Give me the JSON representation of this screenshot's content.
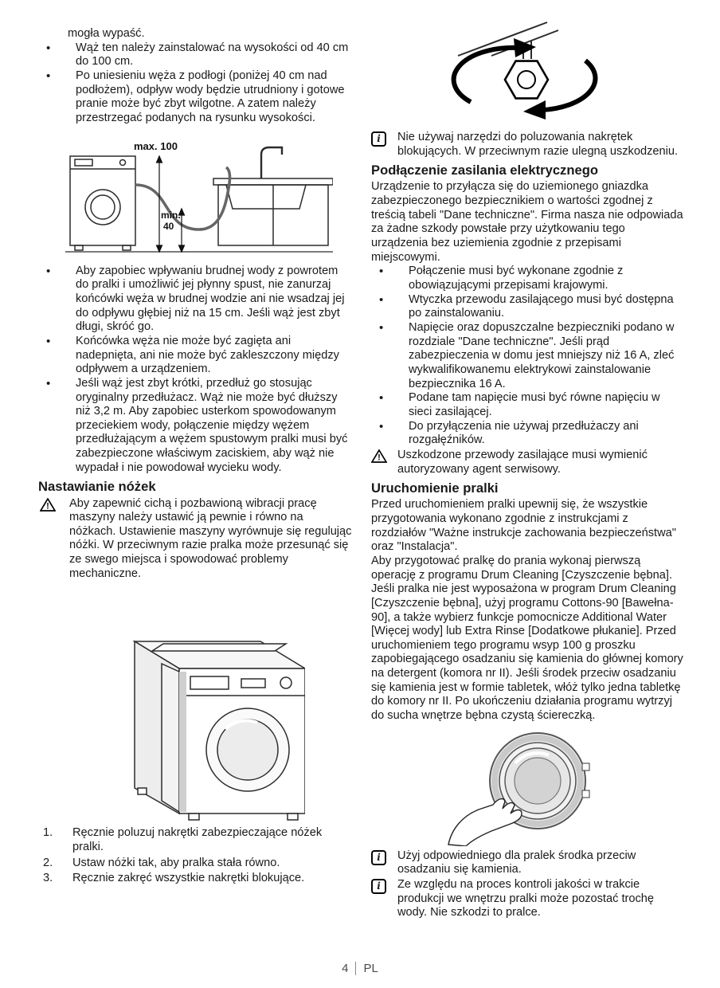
{
  "icons": {
    "warning": "!",
    "info": "i",
    "bullet": "•"
  },
  "footer": {
    "page_number": "4",
    "language": "PL"
  },
  "left": {
    "carryover": "mogła wypaść.",
    "hose_bullets_top": [
      "Wąż ten należy zainstalować na wysokości od 40 cm do 100 cm.",
      "Po uniesieniu węża z podłogi (poniżej 40 cm nad podłożem), odpływ wody będzie utrudniony i gotowe pranie może być zbyt wilgotne. A zatem należy przestrzegać podanych na rysunku wysokości."
    ],
    "figure_heights": {
      "label_max": "max. 100",
      "label_min_line1": "min.",
      "label_min_line2": "40"
    },
    "hose_bullets_bottom": [
      "Aby zapobiec wpływaniu brudnej wody z powrotem do pralki i umożliwić jej płynny spust, nie zanurzaj końcówki węża w brudnej wodzie ani nie wsadzaj jej do odpływu głębiej niż na 15 cm. Jeśli wąż jest zbyt długi, skróć go.",
      "Końcówka węża nie może być zagięta ani nadepnięta, ani nie może być zakleszczony między odpływem a urządzeniem.",
      "Jeśli wąż jest zbyt krótki, przedłuż go stosując oryginalny przedłużacz. Wąż nie może być dłuższy niż 3,2 m. Aby zapobiec usterkom spowodowanym przeciekiem wody, połączenie między wężem przedłużającym a wężem spustowym pralki musi być zabezpieczone właściwym zaciskiem, aby wąż nie wypadał i nie powodował wycieku wody."
    ],
    "feet_section": {
      "heading": "Nastawianie nóżek",
      "warning_text": "Aby zapewnić cichą i pozbawioną wibracji pracę maszyny należy ustawić ją pewnie i równo na nóżkach. Ustawienie maszyny wyrównuje się regulując nóżki. W przeciwnym razie pralka może przesunąć się ze swego miejsca i spowodować problemy mechaniczne.",
      "steps": [
        {
          "num": "1.",
          "text": "Ręcznie poluzuj nakrętki zabezpieczające nóżek pralki."
        },
        {
          "num": "2.",
          "text": "Ustaw nóżki tak, aby pralka stała równo."
        },
        {
          "num": "3.",
          "text": "Ręcznie zakręć wszystkie nakrętki blokujące."
        }
      ]
    }
  },
  "right": {
    "locknut_note": "Nie używaj narzędzi do poluzowania nakrętek blokujących. W przeciwnym razie ulegną uszkodzeniu.",
    "power_section": {
      "heading": "Podłączenie zasilania elektrycznego",
      "intro": "Urządzenie to przyłącza się do uziemionego gniazdka zabezpieczonego bezpiecznikiem o wartości zgodnej z treścią tabeli \"Dane techniczne\". Firma nasza nie odpowiada za żadne szkody powstałe przy użytkowaniu tego urządzenia bez uziemienia zgodnie z przepisami miejscowymi.",
      "bullets": [
        "Połączenie musi być wykonane zgodnie z obowiązującymi przepisami krajowymi.",
        "Wtyczka przewodu zasilającego musi być dostępna po zainstalowaniu.",
        "Napięcie oraz dopuszczalne bezpieczniki podano w rozdziale \"Dane techniczne\". Jeśli prąd zabezpieczenia w domu jest mniejszy niż 16 A, zleć wykwalifikowanemu elektrykowi zainstalowanie bezpiecznika 16 A.",
        "Podane tam napięcie musi być równe napięciu w sieci zasilającej.",
        "Do przyłączenia nie używaj przedłużaczy ani rozgałęźników."
      ],
      "warning_text": "Uszkodzone przewody zasilające musi wymienić autoryzowany agent serwisowy."
    },
    "startup_section": {
      "heading": "Uruchomienie pralki",
      "para1": "Przed uruchomieniem pralki upewnij się, że wszystkie przygotowania wykonano zgodnie z instrukcjami z rozdziałów \"Ważne instrukcje zachowania bezpieczeństwa\" oraz \"Instalacja\".",
      "para2": "Aby przygotować pralkę do prania wykonaj pierwszą operację z programu Drum Cleaning [Czyszczenie bębna]. Jeśli pralka nie jest wyposażona w program Drum Cleaning [Czyszczenie bębna], użyj programu Cottons-90 [Bawełna-90], a także wybierz funkcje pomocnicze Additional Water [Więcej wody] lub Extra Rinse [Dodatkowe płukanie]. Przed uruchomieniem tego programu wsyp 100 g proszku zapobiegającego osadzaniu się kamienia do głównej komory na detergent (komora nr II). Jeśli środek przeciw osadzaniu się kamienia jest w formie tabletek, włóż tylko jedna tabletkę do komory nr II. Po ukończeniu działania programu wytrzyj do sucha wnętrze bębna czystą ściereczką.",
      "notes": [
        "Użyj odpowiedniego dla pralek środka przeciw osadzaniu się kamienia.",
        "Ze względu na proces kontroli jakości w trakcie produkcji we wnętrzu pralki może pozostać trochę wody. Nie szkodzi to pralce."
      ]
    }
  }
}
